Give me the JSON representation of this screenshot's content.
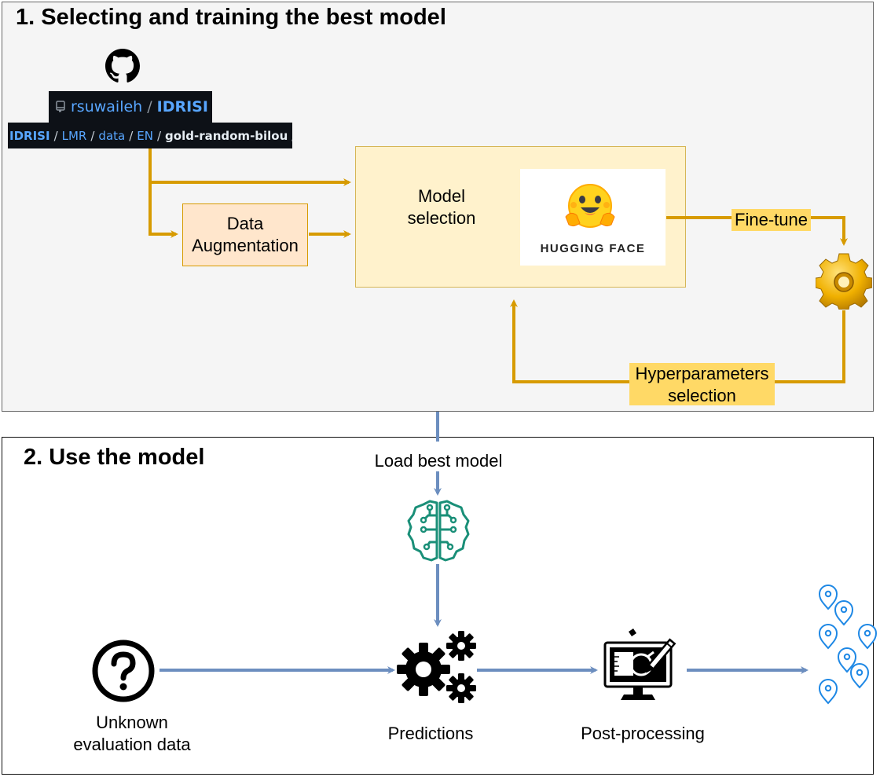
{
  "section1": {
    "title": "1. Selecting and training the best model"
  },
  "section2": {
    "title": "2. Use the model"
  },
  "github": {
    "owner": "rsuwaileh",
    "separator": "/",
    "repo": "IDRISI",
    "path": [
      "IDRISI",
      "LMR",
      "data",
      "EN"
    ],
    "current": "gold-random-bilou"
  },
  "augmentation": {
    "label_line1": "Data",
    "label_line2": "Augmentation"
  },
  "model_selection": {
    "label_line1": "Model",
    "label_line2": "selection"
  },
  "hugging_face": {
    "wordmark": "HUGGING FACE"
  },
  "finetune": {
    "label": "Fine-tune"
  },
  "hyperparameters": {
    "label_line1": "Hyperparameters",
    "label_line2": "selection"
  },
  "load_model": {
    "label": "Load best model"
  },
  "unknown_data": {
    "label_line1": "Unknown",
    "label_line2": "evaluation data"
  },
  "predictions": {
    "label": "Predictions"
  },
  "post_processing": {
    "label": "Post-processing"
  },
  "colors": {
    "section1_bg": "#f5f5f5",
    "orange_wire": "#d79b00",
    "blue_wire": "#6c8ebf",
    "augmentation_fill": "#ffe6cc",
    "model_fill": "#fff2cc",
    "highlight": "#ffd966",
    "brain_green": "#1a8f78",
    "pin_blue": "#1e88e5"
  },
  "icons": [
    "github-icon",
    "repo-icon",
    "hugging-face-icon",
    "gear-icon",
    "brain-circuit-icon",
    "question-icon",
    "gears-icon",
    "computer-design-icon",
    "location-pins-icon"
  ]
}
